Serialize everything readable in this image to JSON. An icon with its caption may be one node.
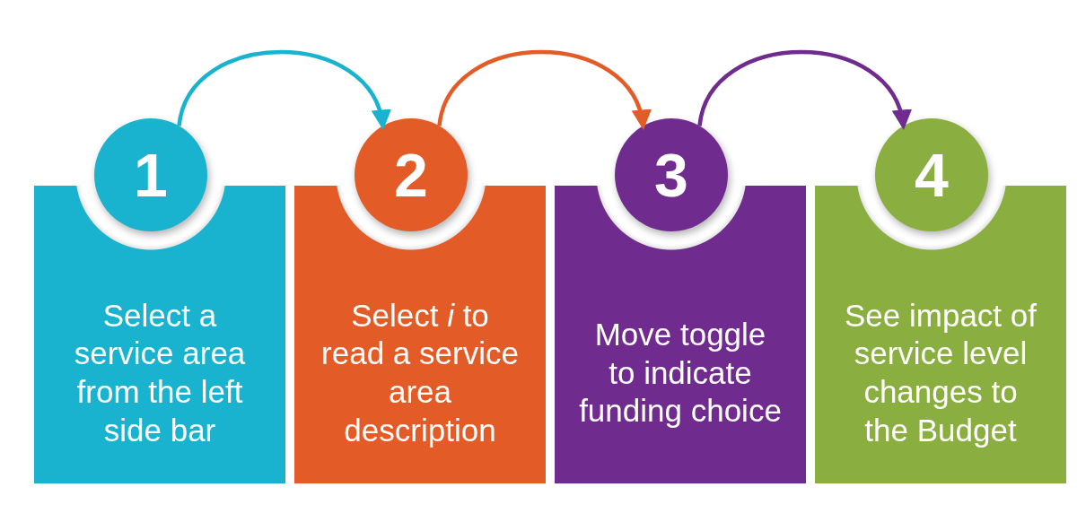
{
  "diagram": {
    "nodes": [
      {
        "text": [
          "1"
        ]
      },
      {
        "text": [
          "Select a service area from the left side bar"
        ]
      },
      {
        "text": [
          "2"
        ]
      },
      {
        "text": [
          "Select *i* to read a service area description"
        ]
      },
      {
        "text": [
          "3"
        ]
      },
      {
        "text": [
          "Move toggle to indicate funding choice"
        ]
      },
      {
        "text": [
          "4"
        ]
      },
      {
        "text": [
          "See impact of service level changes to the Budget"
        ]
      }
    ],
    "edges": [
      {
        "from": 0,
        "to": 2,
        "arrow": "to",
        "color": "#1ab3cf"
      },
      {
        "from": 2,
        "to": 4,
        "arrow": "to",
        "color": "#e35b26"
      },
      {
        "from": 4,
        "to": 6,
        "arrow": "to",
        "color": "#6f2c8e"
      }
    ]
  }
}
